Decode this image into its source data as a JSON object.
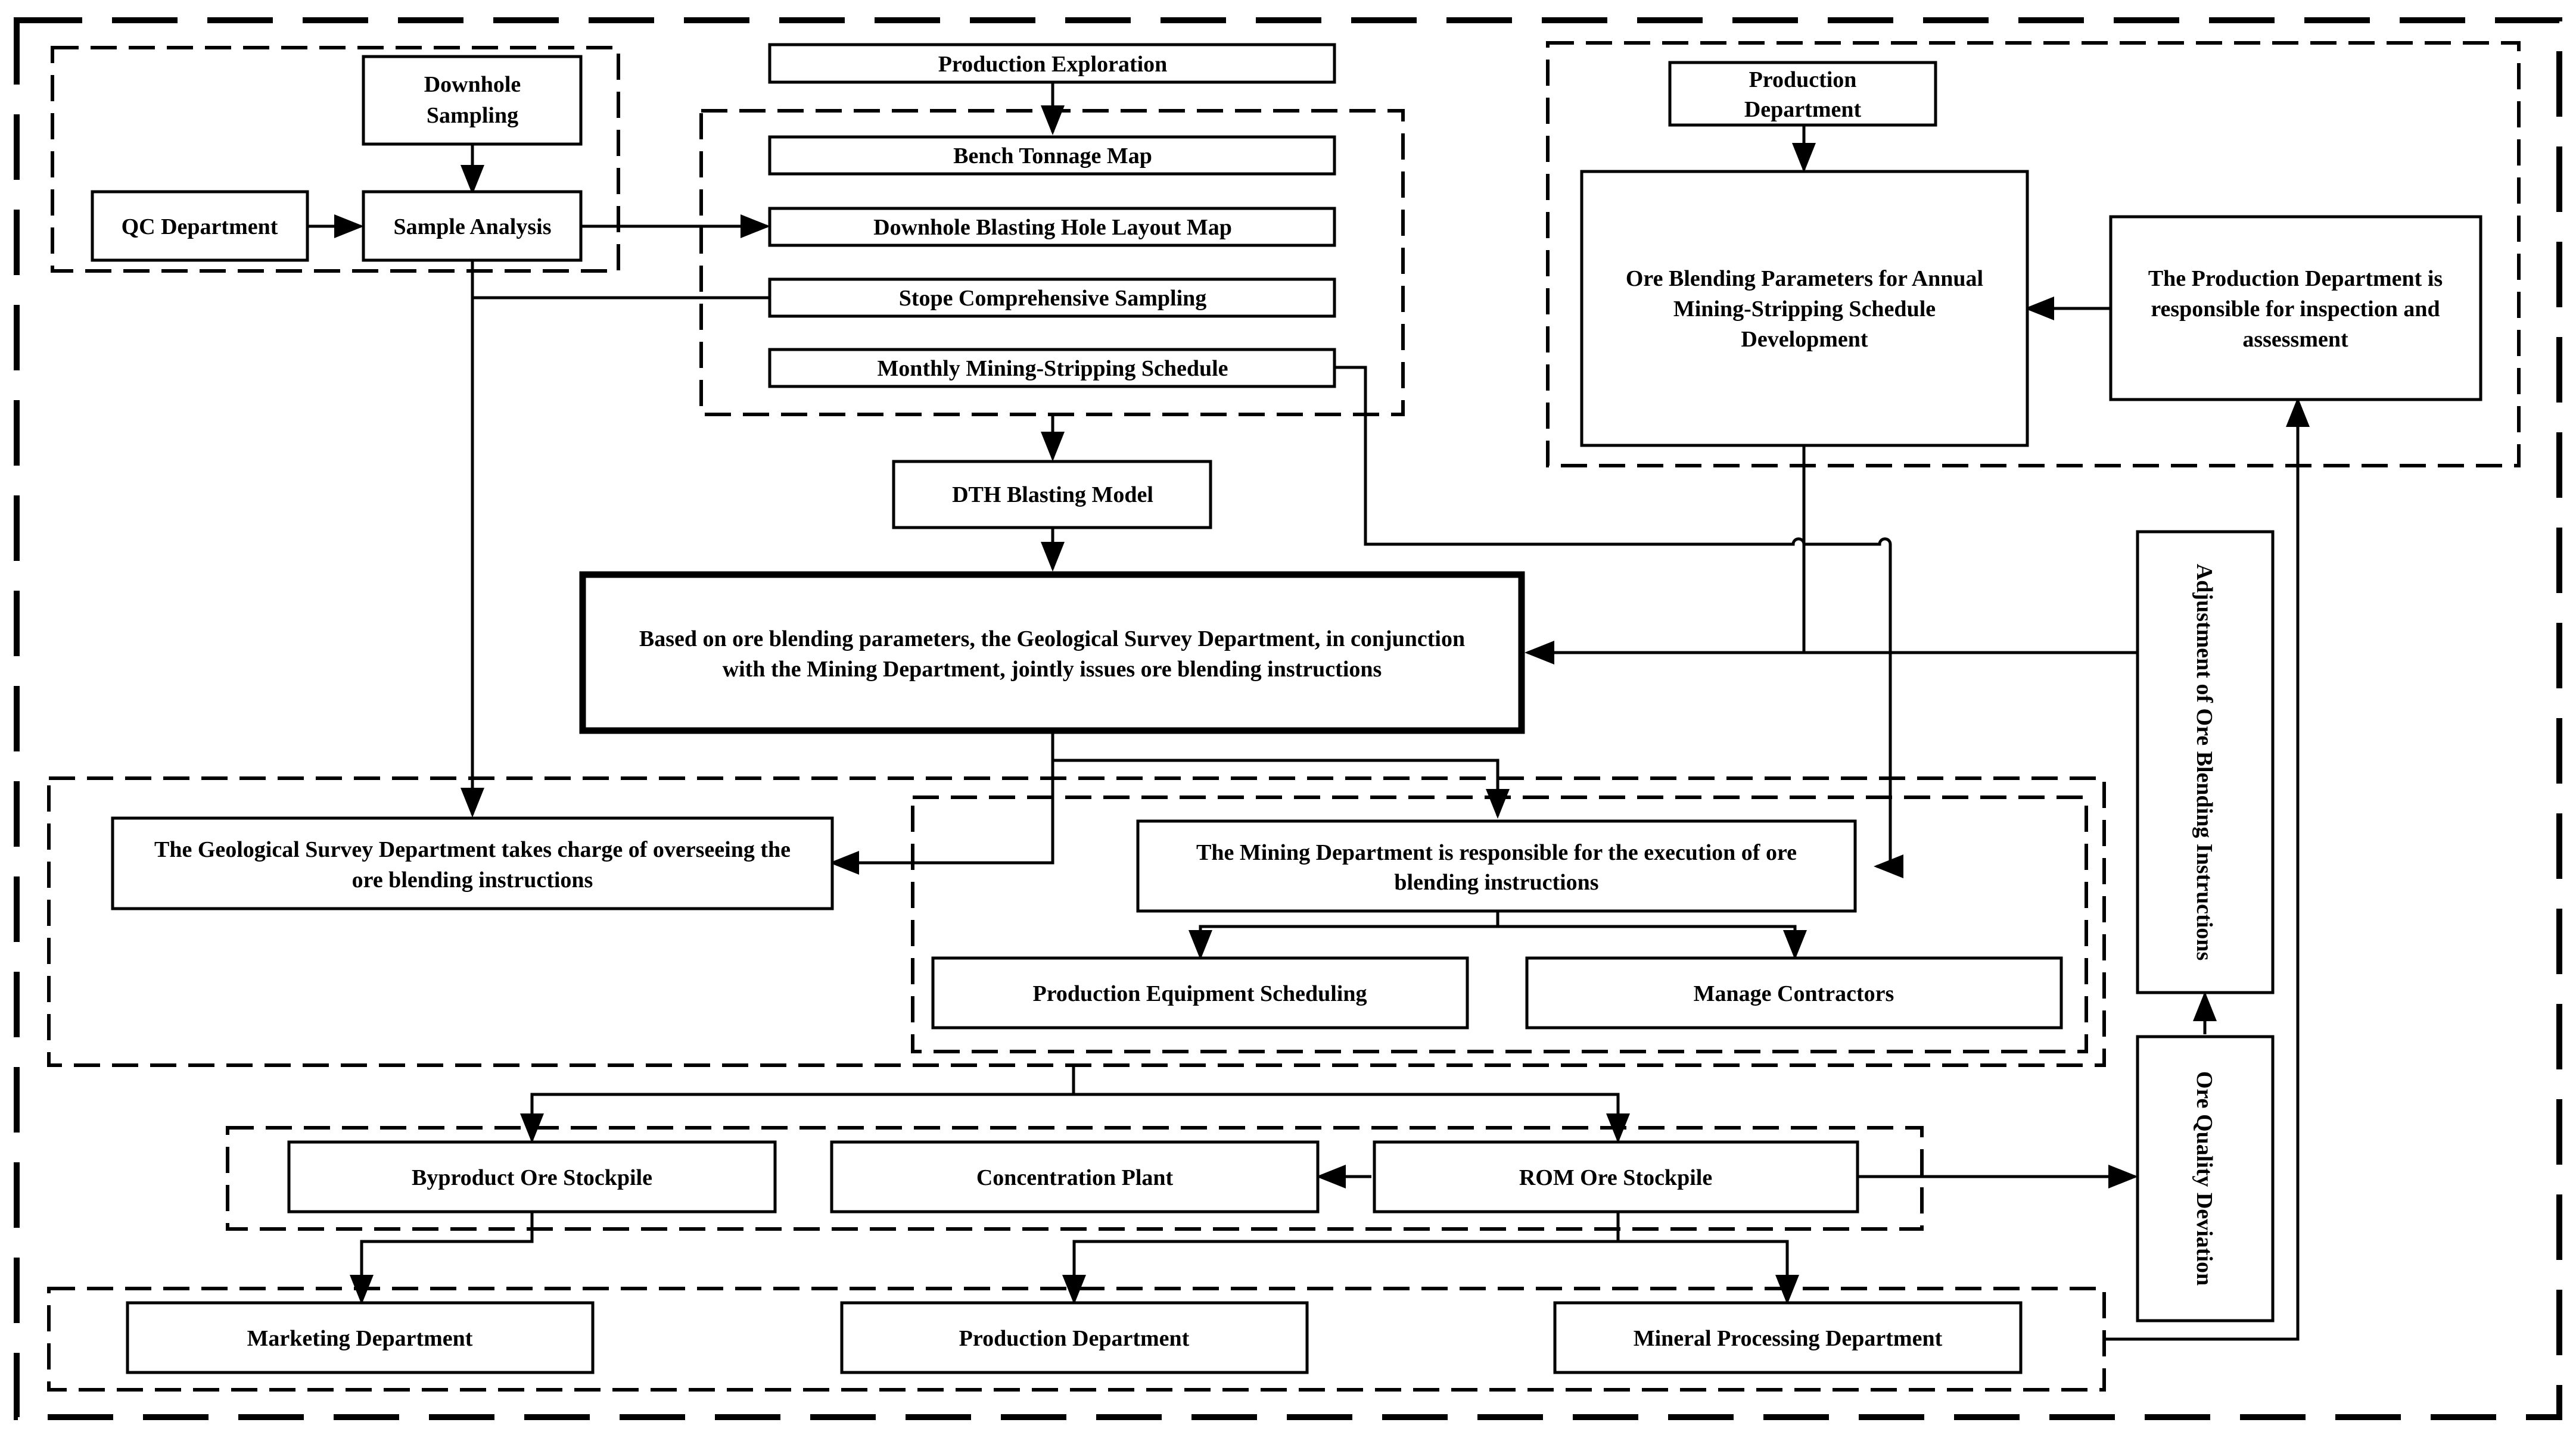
{
  "colors": {
    "line": "#000000",
    "background": "#ffffff"
  },
  "nodes": {
    "downhole_sampling": [
      "Downhole",
      "Sampling"
    ],
    "qc_department": [
      "QC Department"
    ],
    "sample_analysis": [
      "Sample Analysis"
    ],
    "production_exploration": [
      "Production Exploration"
    ],
    "bench_tonnage_map": [
      "Bench Tonnage Map"
    ],
    "downhole_blasting_hole_layout_map": [
      "Downhole Blasting Hole Layout Map"
    ],
    "stope_comprehensive_sampling": [
      "Stope Comprehensive Sampling"
    ],
    "monthly_mining_stripping_schedule": [
      "Monthly Mining-Stripping Schedule"
    ],
    "dth_blasting_model": [
      "DTH Blasting Model"
    ],
    "production_department_top": [
      "Production",
      "Department"
    ],
    "ore_blending_parameters": [
      "Ore Blending Parameters for Annual",
      "Mining-Stripping Schedule",
      "Development"
    ],
    "production_inspection": [
      "The Production Department is",
      "responsible for inspection and",
      "assessment"
    ],
    "joint_instructions": [
      "Based on ore blending parameters, the Geological Survey Department, in conjunction",
      "with the Mining Department, jointly issues ore blending instructions"
    ],
    "geological_oversight": [
      "The Geological Survey Department takes charge of overseeing the",
      "ore blending instructions"
    ],
    "mining_execution": [
      "The Mining Department is responsible for the execution of ore",
      "blending instructions"
    ],
    "production_equipment_scheduling": [
      "Production Equipment Scheduling"
    ],
    "manage_contractors": [
      "Manage Contractors"
    ],
    "adjustment_instructions": [
      "Adjustment of Ore Blending Instructions"
    ],
    "ore_quality_deviation": [
      "Ore Quality Deviation"
    ],
    "byproduct_ore_stockpile": [
      "Byproduct Ore Stockpile"
    ],
    "concentration_plant": [
      "Concentration Plant"
    ],
    "rom_ore_stockpile": [
      "ROM Ore Stockpile"
    ],
    "marketing_department": [
      "Marketing Department"
    ],
    "production_department_bottom": [
      "Production Department"
    ],
    "mineral_processing_department": [
      "Mineral Processing Department"
    ]
  }
}
